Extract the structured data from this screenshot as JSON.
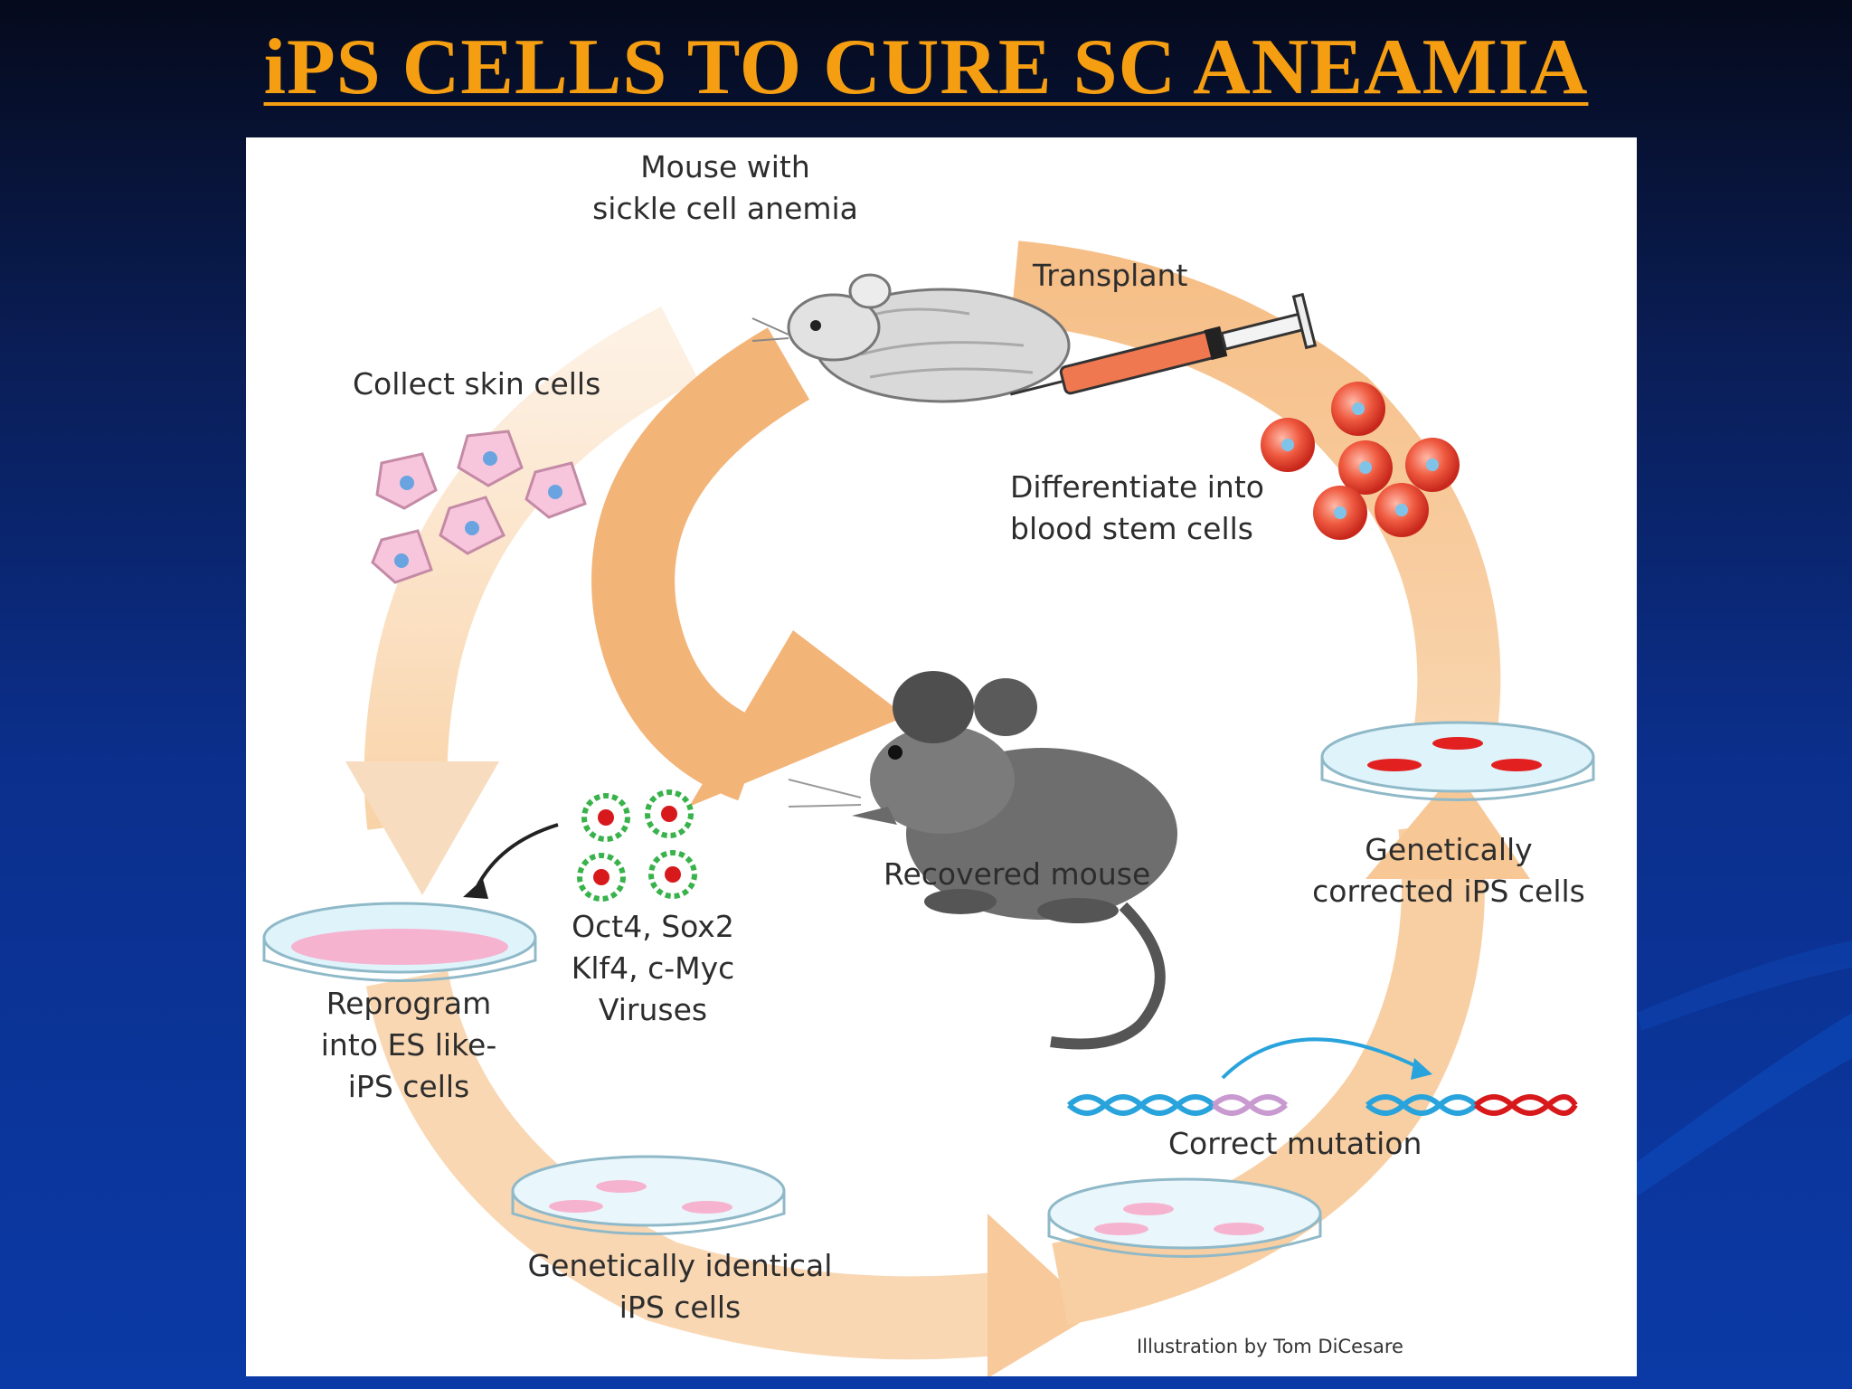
{
  "slide": {
    "title": "iPS CELLS TO CURE SC ANEAMIA"
  },
  "diagram": {
    "labels": {
      "mouse_sick_1": "Mouse with",
      "mouse_sick_2": "sickle cell anemia",
      "transplant": "Transplant",
      "collect": "Collect skin cells",
      "diff_1": "Differentiate into",
      "diff_2": "blood stem cells",
      "recovered": "Recovered mouse",
      "gc_1": "Genetically",
      "gc_2": "corrected iPS cells",
      "factors_1": "Oct4, Sox2",
      "factors_2": "Klf4, c-Myc",
      "factors_3": "Viruses",
      "reprog_1": "Reprogram",
      "reprog_2": "into ES like-",
      "reprog_3": "iPS cells",
      "correct": "Correct mutation",
      "gi_1": "Genetically identical",
      "gi_2": "iPS cells",
      "credit": "Illustration by Tom DiCesare"
    },
    "icons": [
      "sick-mouse-icon",
      "syringe-icon",
      "skin-cell-icon",
      "blood-stem-cell-icon",
      "recovered-mouse-icon",
      "petri-dish-icon",
      "virus-icon",
      "dna-strand-icon"
    ],
    "colors": {
      "title": "#f59e12",
      "cycle_arrow": "#f6c08a",
      "skin_cell": "#f7c6dc",
      "blood_cell": "#e8402f",
      "virus": "#38b24a",
      "dna": "#29a3dc",
      "dna_mutation": "#d7191c"
    }
  }
}
